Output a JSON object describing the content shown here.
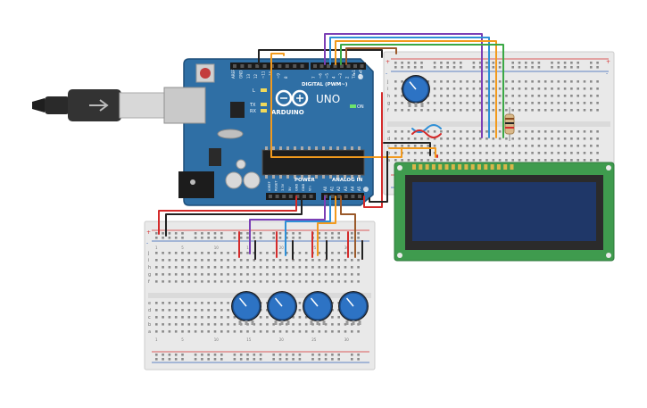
{
  "arduino": {
    "brand": "ARDUINO",
    "model": "UNO",
    "digital_label": "DIGITAL (PWM~)",
    "power_label": "POWER",
    "analog_label": "ANALOG IN",
    "on_label": "ON",
    "led_l": "L",
    "led_tx": "TX",
    "led_rx": "RX",
    "top_pin_labels": [
      "AREF",
      "GND",
      "13",
      "12",
      "~11",
      "~10",
      "~9",
      "8",
      "7",
      "~6",
      "~5",
      "4",
      "~3",
      "2",
      "TX▸1",
      "RX◂0"
    ],
    "power_pin_labels": [
      "IOREF",
      "RESET",
      "3.3V",
      "5V",
      "GND",
      "GND",
      "Vin"
    ],
    "analog_pin_labels": [
      "A0",
      "A1",
      "A2",
      "A3",
      "A4",
      "A5"
    ]
  },
  "breadboard": {
    "row_letters_top": [
      "j",
      "i",
      "h",
      "g",
      "f"
    ],
    "row_letters_bottom": [
      "e",
      "d",
      "c",
      "b",
      "a"
    ],
    "rail_plus": "+",
    "rail_minus": "-",
    "column_numbers": [
      "1",
      "5",
      "10",
      "15",
      "20",
      "25",
      "30"
    ]
  },
  "colors": {
    "board_blue": "#2f6fa5",
    "breadboard": "#e9e9e9",
    "lcd_green": "#3f9b4e",
    "lcd_screen": "#1f3768",
    "pot_blue": "#2d73c4",
    "wire_black": "#222222",
    "wire_red": "#d42b2b",
    "wire_orange": "#f29a1d",
    "wire_purple": "#7b3fb5",
    "wire_blue": "#2f8fd6",
    "wire_green": "#3aa845",
    "wire_brown": "#9b5a2b"
  }
}
